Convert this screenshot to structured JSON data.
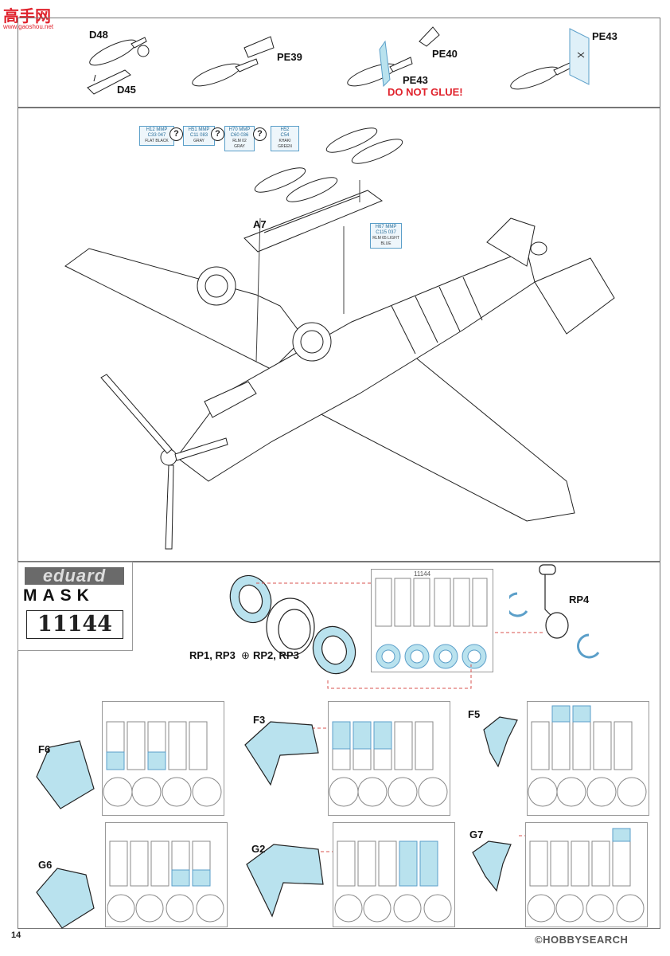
{
  "watermark": {
    "site": "高手网",
    "url": "www.gaoshou.net",
    "footer": "©HOBBYSEARCH"
  },
  "page_number": "14",
  "top_panel": {
    "d48": "D48",
    "d45": "D45",
    "pe39": "PE39",
    "pe40": "PE40",
    "pe43_a": "PE43",
    "pe43_b": "PE43",
    "warning": "DO NOT GLUE!"
  },
  "paints": [
    {
      "codes": "H12  MMP",
      "sub": "C33  047",
      "name": "FLAT BLACK"
    },
    {
      "codes": "H51  MMP",
      "sub": "C11  083",
      "name": "GRAY"
    },
    {
      "codes": "H70  MMP",
      "sub": "C60  036",
      "name": "RLM 02 GRAY"
    },
    {
      "codes": "H52",
      "sub": "C54",
      "name": "KHAKI GREEN"
    },
    {
      "codes": "H67  MMP",
      "sub": "C115  037",
      "name": "RLM 65 LIGHT BLUE"
    }
  ],
  "question_mark": "?",
  "a7": "A7",
  "mask": {
    "brand": "eduard",
    "word": "MASK",
    "number": "11144",
    "sheet_code": "11144"
  },
  "wheel_step": {
    "rp_left": "RP1, RP3",
    "rp_right": "RP2, RP3",
    "rp4": "RP4"
  },
  "canopy": {
    "f3": "F3",
    "f5": "F5",
    "f6": "F6",
    "g2": "G2",
    "g6": "G6",
    "g7": "G7"
  },
  "colors": {
    "mask_fill": "#b9e2ee",
    "warning_red": "#e0232d",
    "leader_red": "#d9534f"
  }
}
